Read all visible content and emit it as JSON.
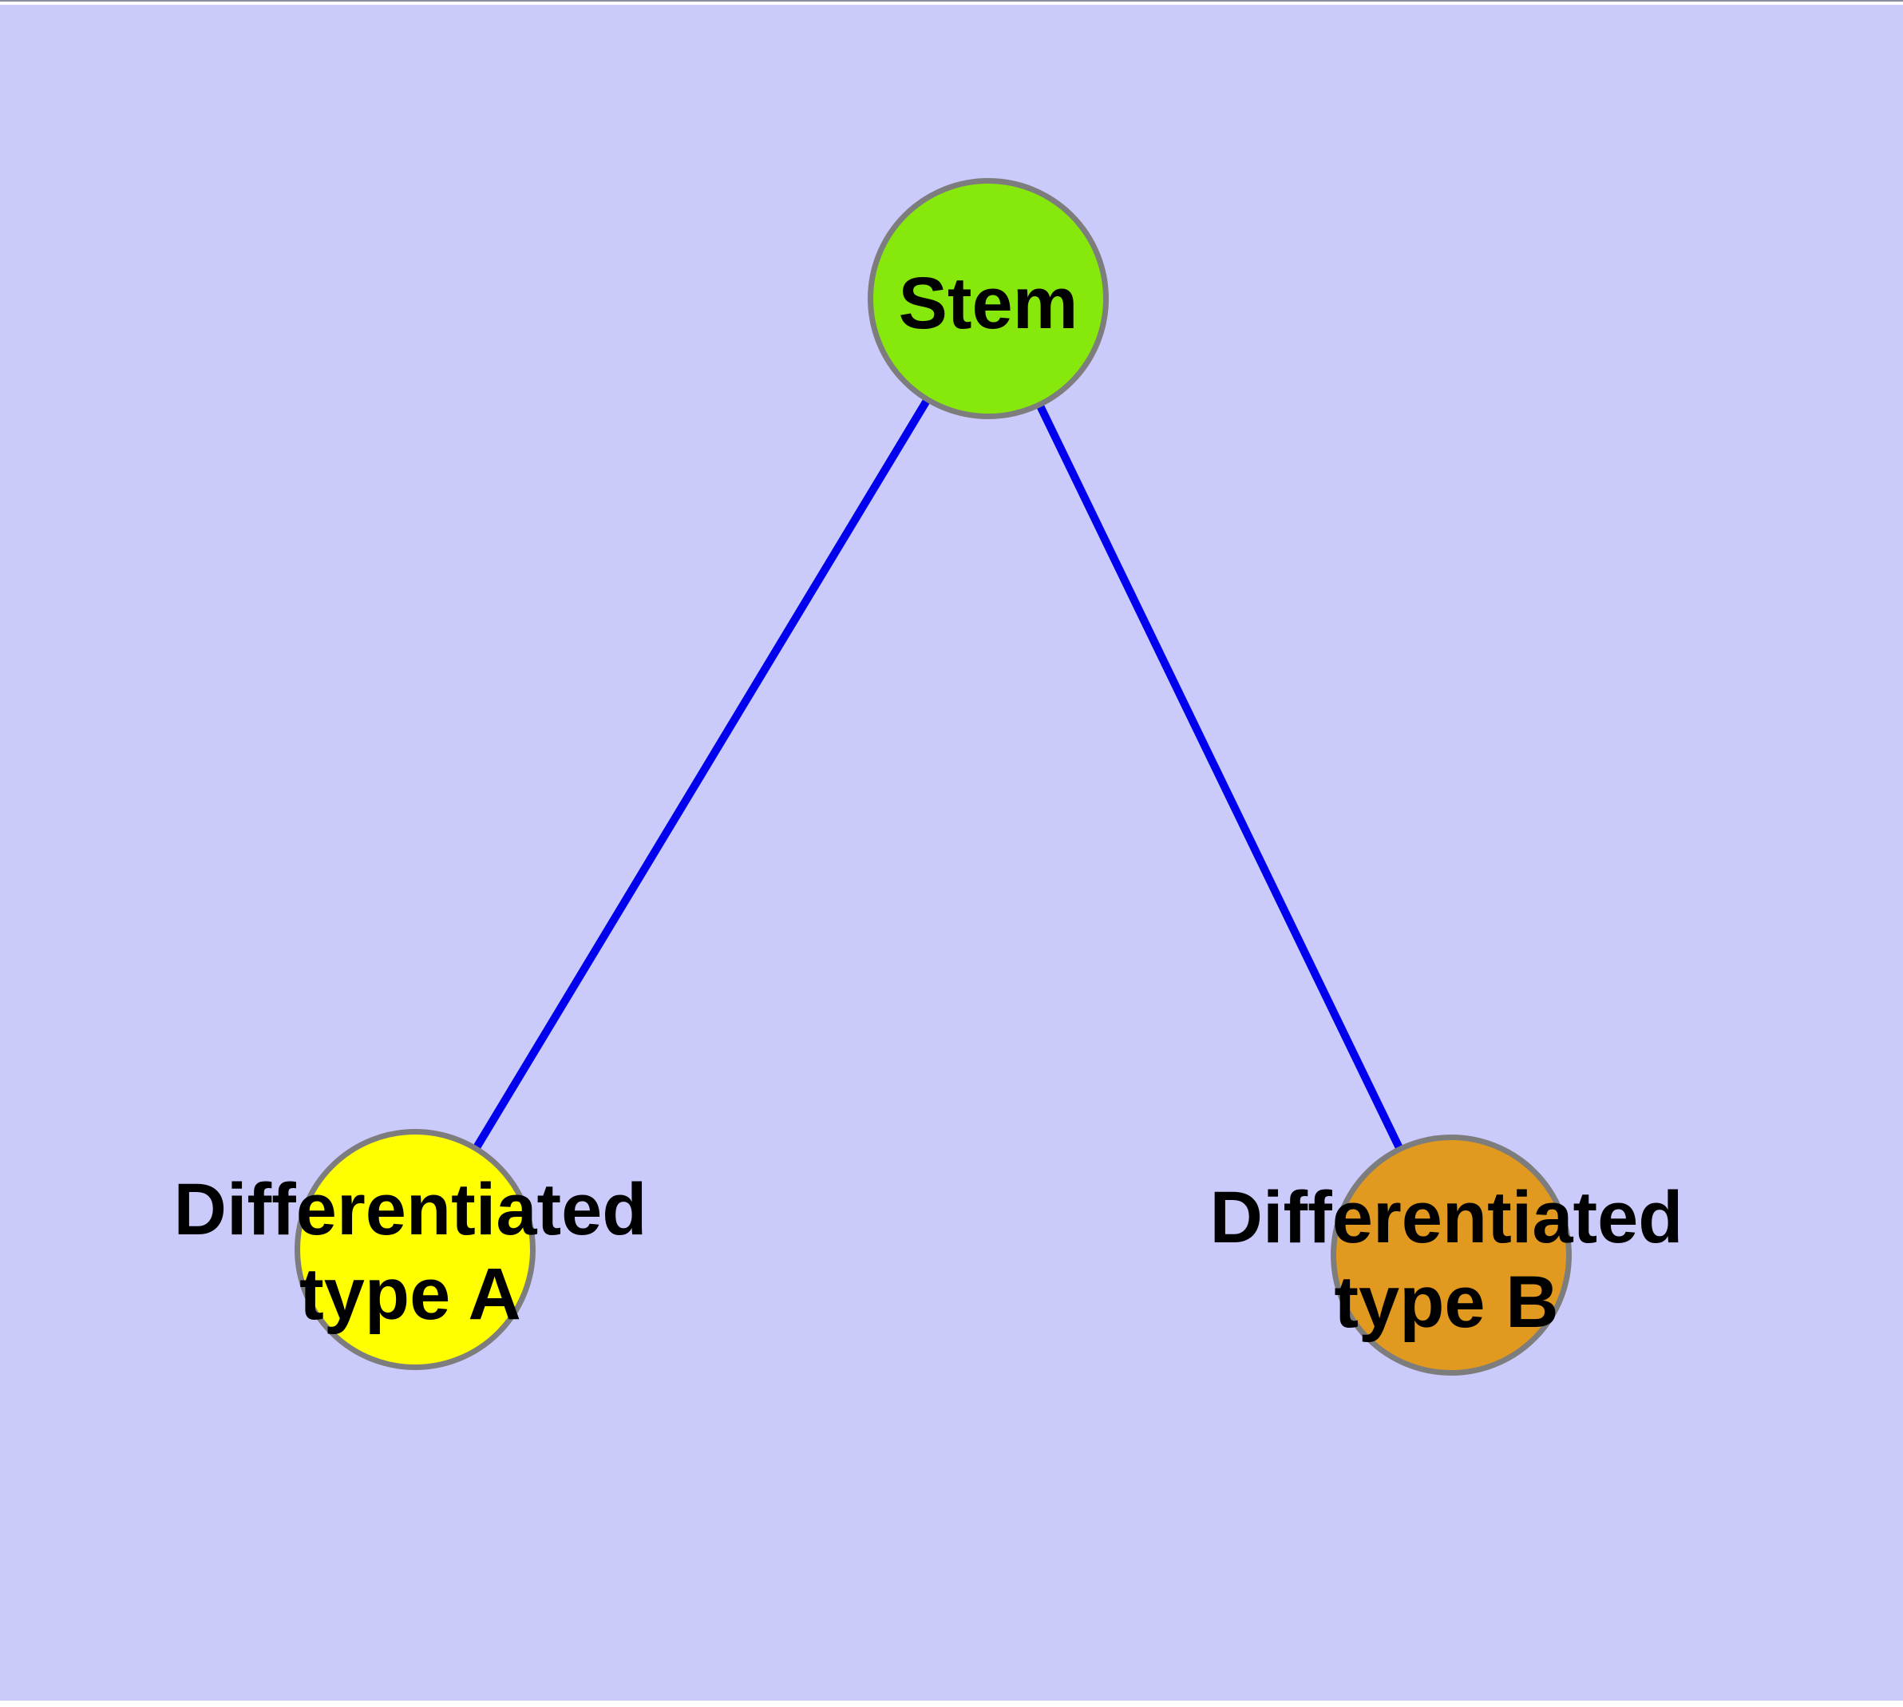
{
  "diagram": {
    "background_color": "#CBCBFB",
    "edge_color": "#0000EE",
    "node_border_color": "#7D7D7D",
    "label_color": "#000000",
    "nodes": [
      {
        "id": "stem",
        "label": "Stem",
        "fill": "#87E80C"
      },
      {
        "id": "differentiated-type-a",
        "label_line1": "Differentiated",
        "label_line2": "type A",
        "fill": "#FFFF00"
      },
      {
        "id": "differentiated-type-b",
        "label_line1": "Differentiated",
        "label_line2": "type B",
        "fill": "#E2991F"
      }
    ],
    "edges": [
      {
        "from": "stem",
        "to": "differentiated-type-a"
      },
      {
        "from": "stem",
        "to": "differentiated-type-b"
      }
    ]
  }
}
